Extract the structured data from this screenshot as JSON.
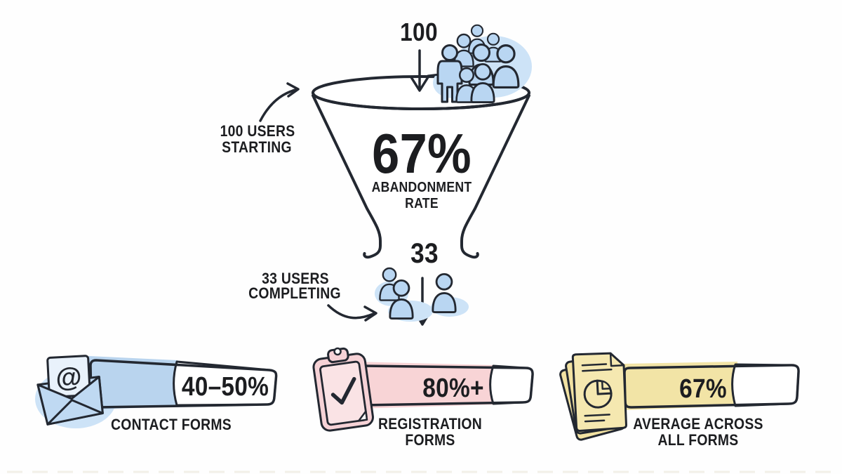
{
  "funnel": {
    "input_count": "100",
    "abandonment_rate": "67%",
    "abandonment_label_line1": "ABANDONMENT",
    "abandonment_label_line2": "RATE",
    "output_count": "33",
    "starting_label_line1": "100 USERS",
    "starting_label_line2": "STARTING",
    "completing_label_line1": "33 USERS",
    "completing_label_line2": "COMPLETING"
  },
  "stats": [
    {
      "id": "contact-forms",
      "value": "40–50%",
      "label_line1": "CONTACT FORMS",
      "label_line2": "",
      "fill_percent": 45,
      "fill_color": "#b9d4ee"
    },
    {
      "id": "registration-forms",
      "value": "80%+",
      "label_line1": "REGISTRATION",
      "label_line2": "FORMS",
      "fill_percent": 78,
      "fill_color": "#f8d4d6"
    },
    {
      "id": "average-all-forms",
      "value": "67%",
      "label_line1": "AVERAGE ACROSS",
      "label_line2": "ALL FORMS",
      "fill_percent": 64,
      "fill_color": "#f2e4a6"
    }
  ],
  "icons": {
    "at_symbol": "@"
  },
  "colors": {
    "outline": "#232831",
    "people_fill": "#b9d6f2",
    "people_shadow": "#cde3f7",
    "background": "#fefefe",
    "text": "#1c1d20"
  }
}
